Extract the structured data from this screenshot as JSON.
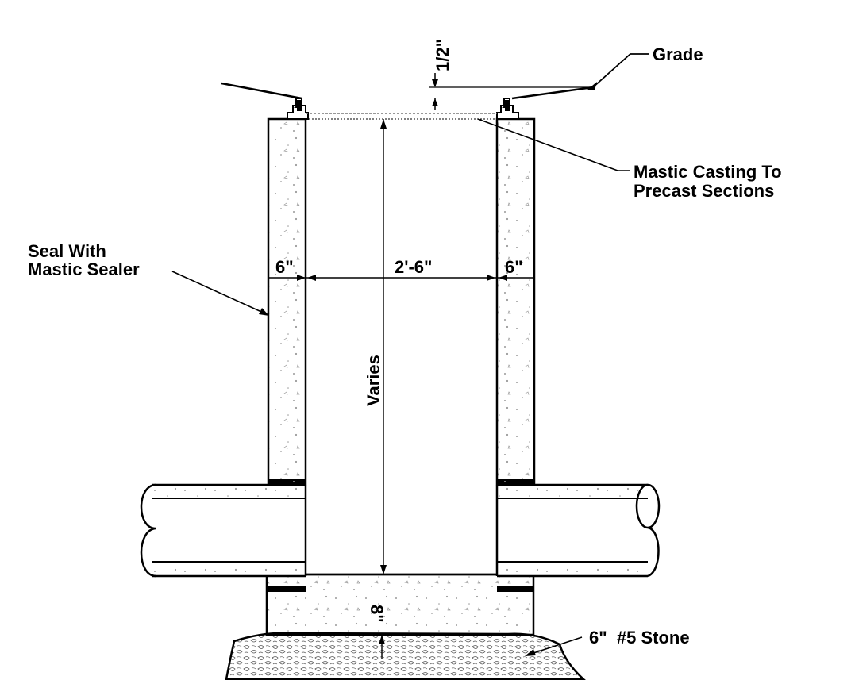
{
  "labels": {
    "grade": "Grade",
    "half_inch": "1/2\"",
    "mastic_casting_line1": "Mastic Casting To",
    "mastic_casting_line2": "Precast Sections",
    "seal_line1": "Seal With",
    "seal_line2": "Mastic Sealer",
    "wall_left": "6\"",
    "inside_width": "2'-6\"",
    "wall_right": "6\"",
    "varies": "Varies",
    "base_thickness": "8\"",
    "stone": "6\"  #5 Stone"
  },
  "colors": {
    "ink": "#000000",
    "paper": "#ffffff",
    "concrete_dots": "#9a9a9a",
    "gasket": "#000000"
  }
}
